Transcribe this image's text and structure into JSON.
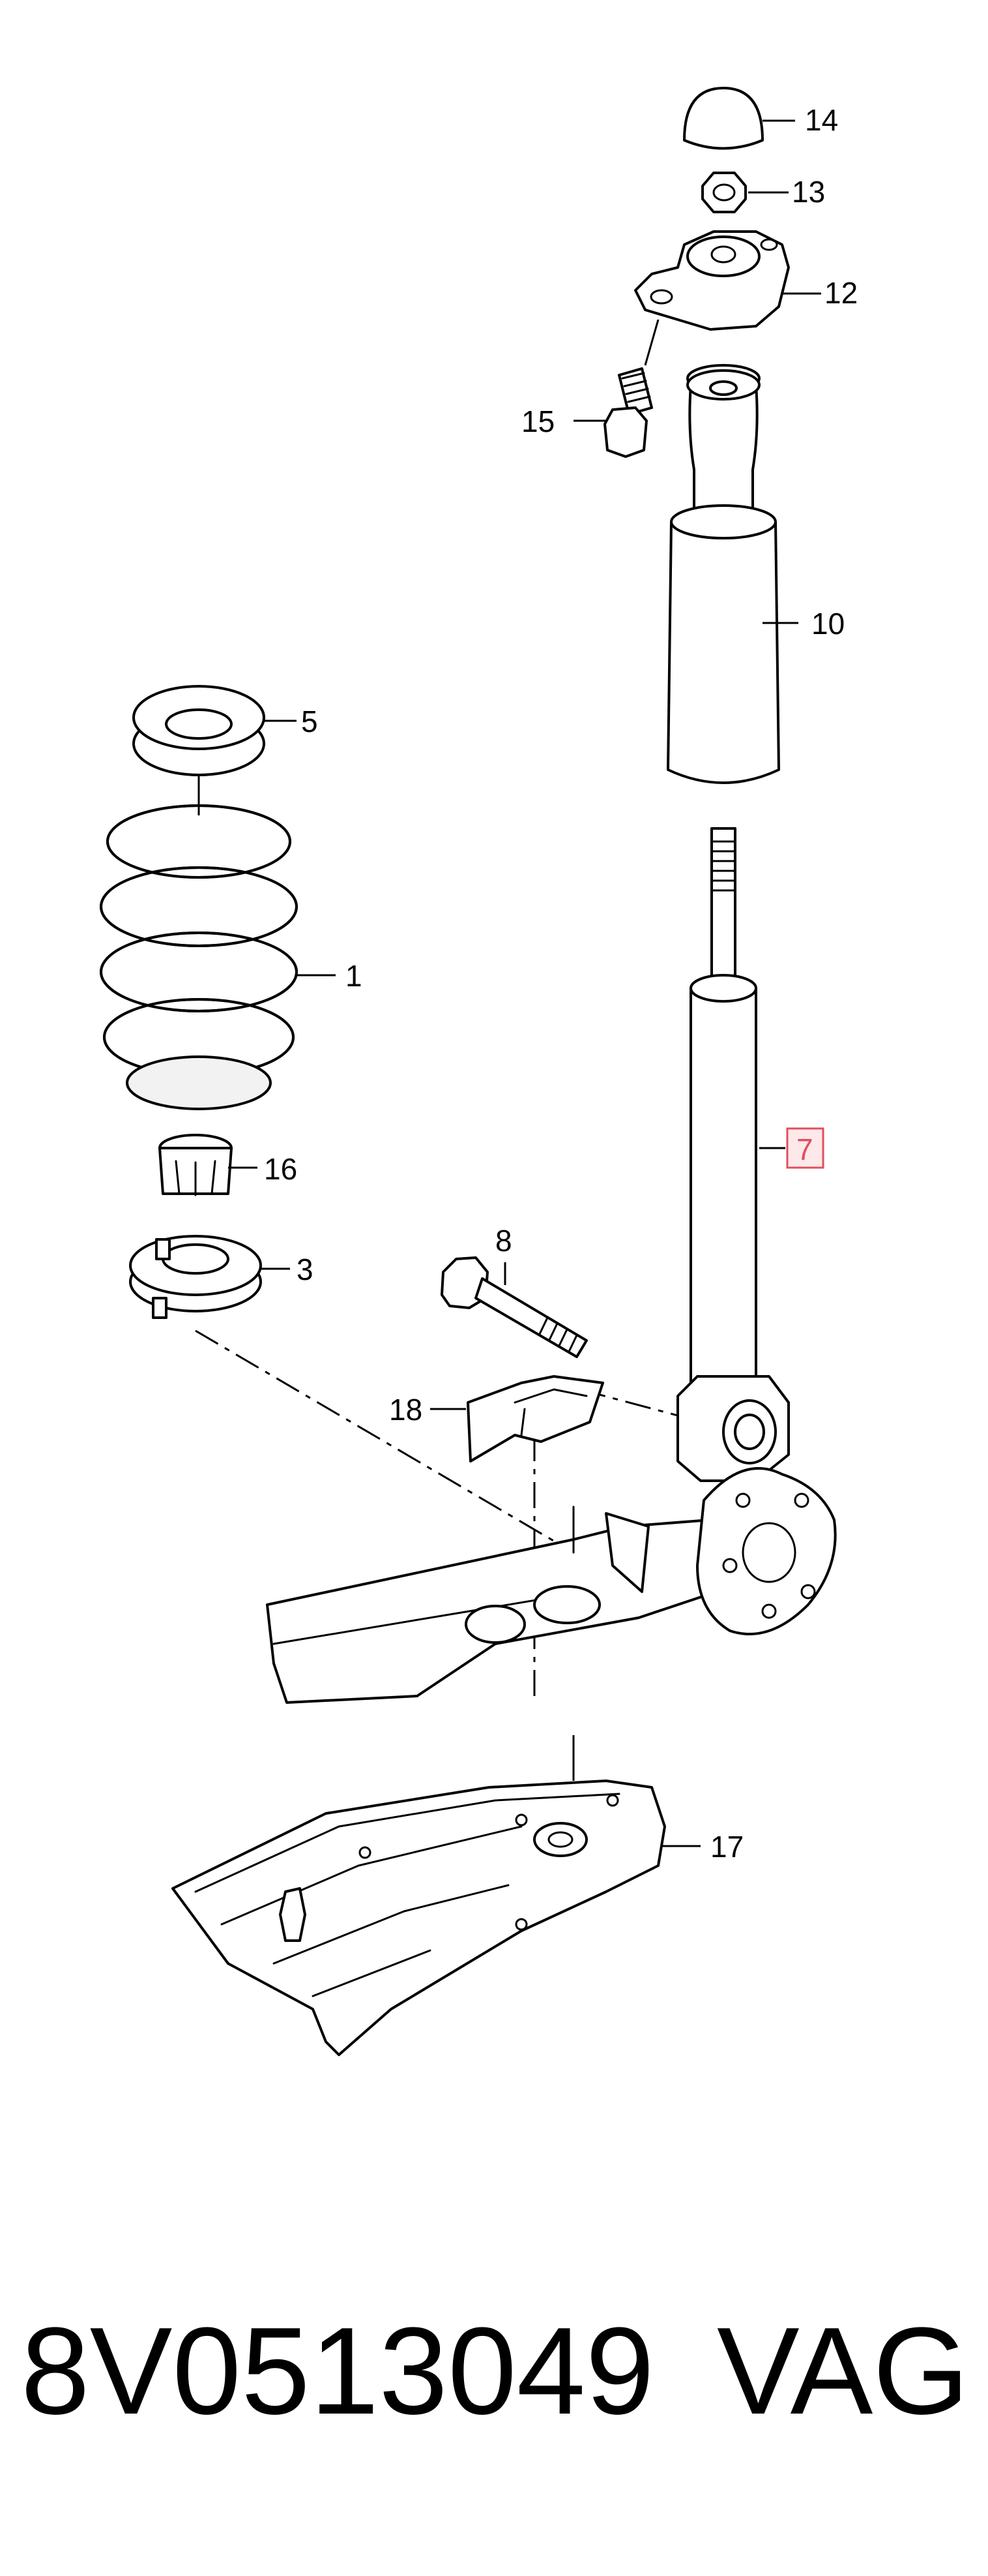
{
  "diagram": {
    "callouts": [
      {
        "id": "1",
        "label": "1"
      },
      {
        "id": "3",
        "label": "3"
      },
      {
        "id": "5",
        "label": "5"
      },
      {
        "id": "7",
        "label": "7",
        "highlighted": true,
        "highlight_color": "#e0505d"
      },
      {
        "id": "8",
        "label": "8"
      },
      {
        "id": "10",
        "label": "10"
      },
      {
        "id": "12",
        "label": "12"
      },
      {
        "id": "13",
        "label": "13"
      },
      {
        "id": "14",
        "label": "14"
      },
      {
        "id": "15",
        "label": "15"
      },
      {
        "id": "16",
        "label": "16"
      },
      {
        "id": "17",
        "label": "17"
      },
      {
        "id": "18",
        "label": "18"
      }
    ]
  },
  "footer": {
    "part_number": "8V0513049",
    "brand": "VAG"
  }
}
